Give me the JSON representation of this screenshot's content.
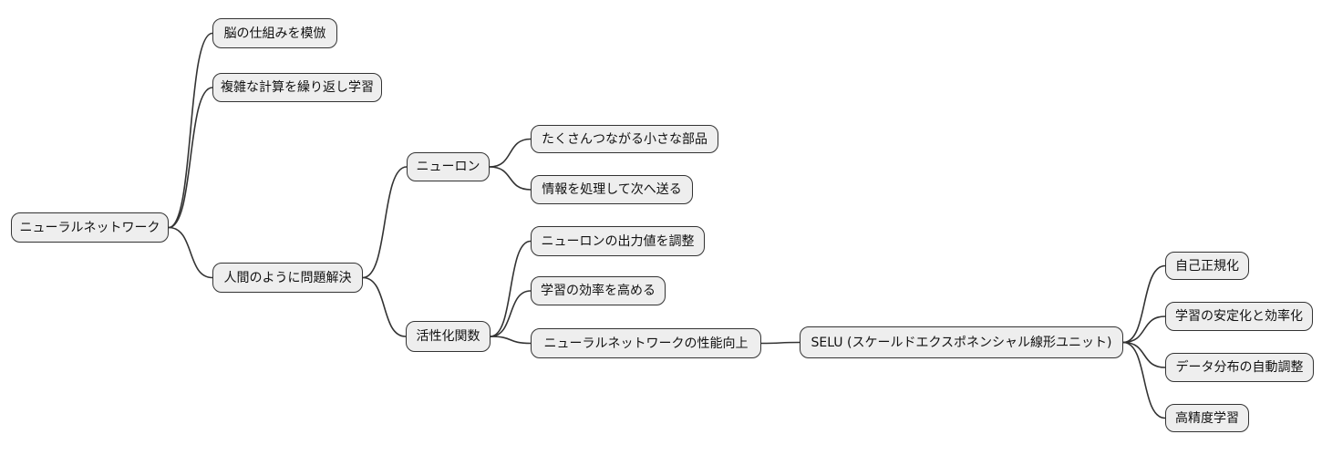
{
  "colors": {
    "node_fill": "#eeeeee",
    "node_border": "#333333",
    "edge": "#333333",
    "text": "#111111",
    "background": "#ffffff"
  },
  "mindmap": {
    "tree": {
      "id": "root",
      "label": "ニューラルネットワーク",
      "children": [
        {
          "id": "mimic-brain",
          "label": "脳の仕組みを模倣"
        },
        {
          "id": "repeat-learning",
          "label": "複雑な計算を繰り返し学習"
        },
        {
          "id": "problem-solving",
          "label": "人間のように問題解決",
          "children": [
            {
              "id": "neuron",
              "label": "ニューロン",
              "children": [
                {
                  "id": "small-parts",
                  "label": "たくさんつながる小さな部品"
                },
                {
                  "id": "process-info",
                  "label": "情報を処理して次へ送る"
                }
              ]
            },
            {
              "id": "activation-function",
              "label": "活性化関数",
              "children": [
                {
                  "id": "adjust-output",
                  "label": "ニューロンの出力値を調整"
                },
                {
                  "id": "learning-efficiency",
                  "label": "学習の効率を高める"
                },
                {
                  "id": "performance",
                  "label": "ニューラルネットワークの性能向上",
                  "children": [
                    {
                      "id": "selu",
                      "label": "SELU (スケールドエクスポネンシャル線形ユニット)",
                      "children": [
                        {
                          "id": "self-normalization",
                          "label": "自己正規化"
                        },
                        {
                          "id": "stable-efficient",
                          "label": "学習の安定化と効率化"
                        },
                        {
                          "id": "data-distribution",
                          "label": "データ分布の自動調整"
                        },
                        {
                          "id": "high-precision",
                          "label": "高精度学習"
                        }
                      ]
                    }
                  ]
                }
              ]
            }
          ]
        }
      ]
    }
  }
}
